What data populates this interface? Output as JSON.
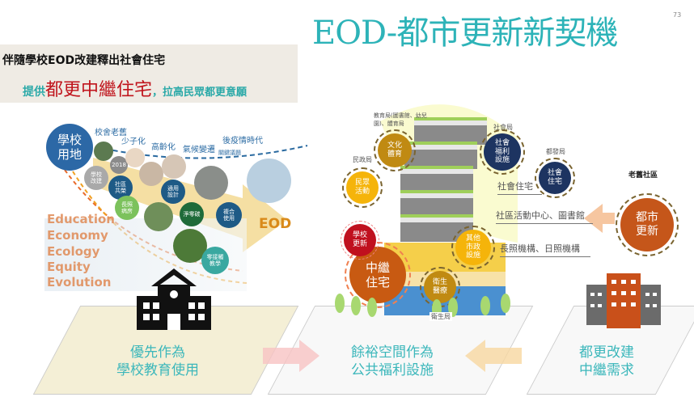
{
  "title": "EOD-都市更新新契機",
  "page_number": "73",
  "subtitle": {
    "line1": "伴隨學校EOD改建釋出社會住宅",
    "line2_prefix": "提供",
    "line2_highlight": "都更中繼住宅",
    "line2_suffix": "，拉高民眾都更意願"
  },
  "left": {
    "main_circle": "學校\n用地",
    "timeline": [
      "校舍老舊",
      "少子化",
      "高齡化",
      "氣候變遷",
      "後疫情時代"
    ],
    "timeline_caption": "關鍵議題",
    "bubbles": {
      "year": "2018",
      "rebuild": "學校\n改建",
      "community": "社區\n共榮",
      "ltc": "長照\n病房",
      "universal": "通用\n設計",
      "netzero": "淨零碳",
      "mixed": "複合\n使用",
      "contactless": "零接觸\n教學"
    },
    "eod": "EOD",
    "words": [
      "Education",
      "Economy",
      "Ecology",
      "Equity",
      "Evolution"
    ]
  },
  "center": {
    "culture": {
      "agency": "教育局(圖書館、幼兒園)、體育局",
      "label": "文化\n體育"
    },
    "civil": {
      "agency": "民政局",
      "label": "民眾\n活動"
    },
    "welfare": {
      "agency": "社會局",
      "label": "社會\n福利\n設施"
    },
    "social_housing": {
      "agency": "都發局",
      "label": "社會\n住宅"
    },
    "school_renewal": "學校\n更新",
    "relay_housing": "中繼\n住宅",
    "other": "其他\n市政\n設施",
    "health": {
      "agency": "衛生局",
      "label": "衛生\n醫療"
    },
    "side_labels": [
      "社會住宅",
      "社區活動中心、圖書館",
      "長照機構、日照機構"
    ]
  },
  "right": {
    "caption": "老舊社區",
    "circle": "都市\n更新"
  },
  "bottom": [
    "優先作為\n學校教育使用",
    "餘裕空間作為\n公共福利設施",
    "都更改建\n中繼需求"
  ]
}
